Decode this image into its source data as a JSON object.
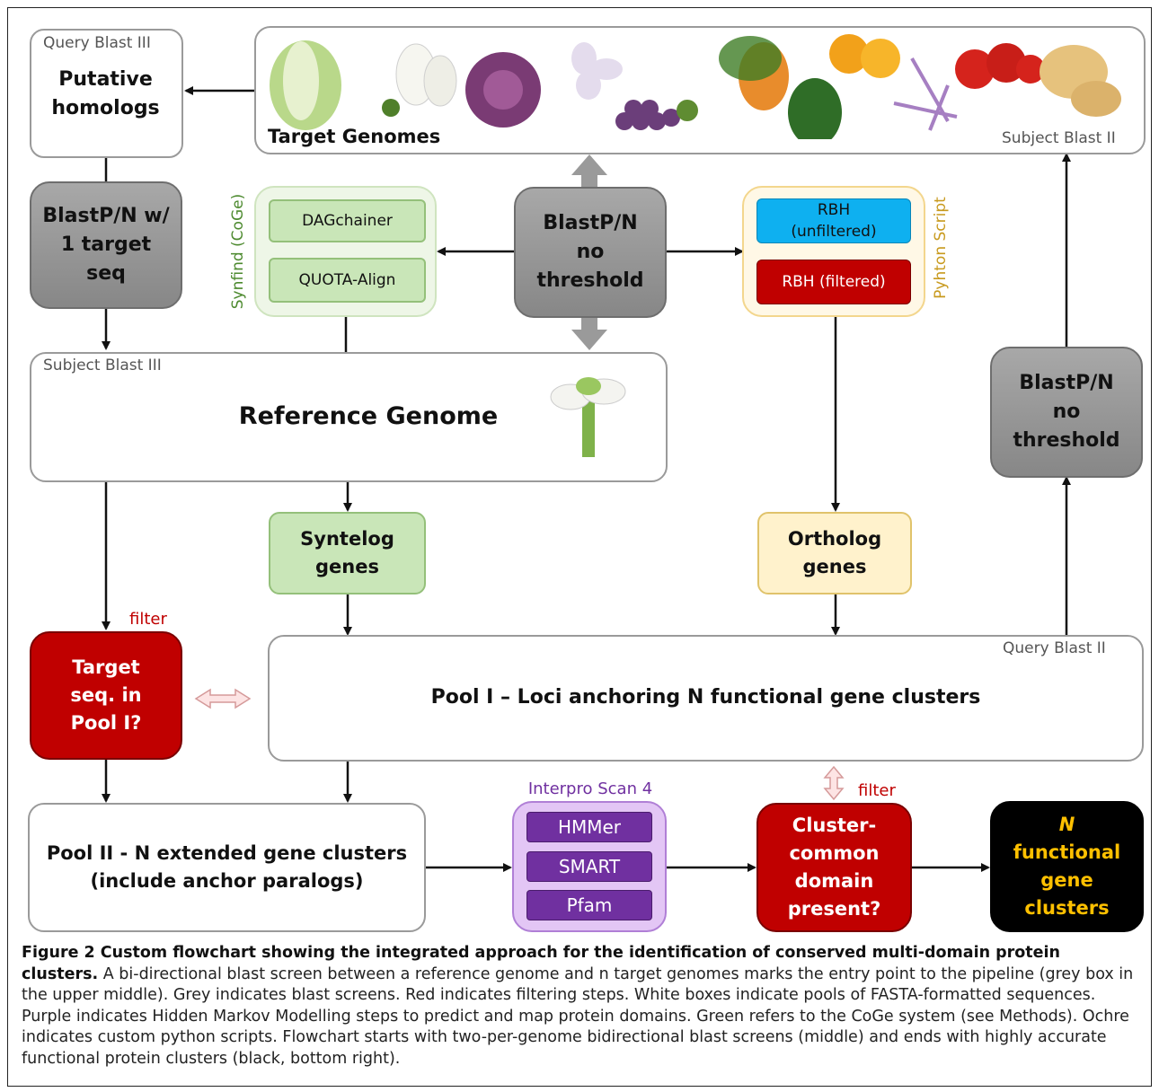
{
  "target_genomes": {
    "title": "Target Genomes",
    "tag": "Subject Blast II"
  },
  "putative": {
    "tag": "Query Blast III",
    "label": "Putative homologs"
  },
  "blast_one": {
    "label": "BlastP/N w/ 1 target seq"
  },
  "synfind": {
    "side_label": "Synfind (CoGe)",
    "item1": "DAGchainer",
    "item2": "QUOTA-Align"
  },
  "blast_center": {
    "label": "BlastP/N no threshold"
  },
  "python": {
    "side_label": "Pyhton Script",
    "item1": "RBH (unfiltered)",
    "item2": "RBH (filtered)"
  },
  "reference": {
    "tag": "Subject Blast III",
    "label": "Reference Genome"
  },
  "blast_right": {
    "label": "BlastP/N no threshold"
  },
  "syntelog": {
    "label": "Syntelog genes"
  },
  "ortholog": {
    "label": "Ortholog genes"
  },
  "filter_left": "filter",
  "target_seq": {
    "label": "Target seq. in Pool I?"
  },
  "pool1": {
    "tag": "Query Blast II",
    "label": "Pool I – Loci anchoring N functional gene clusters"
  },
  "pool2": {
    "line1": "Pool II - N extended gene clusters",
    "line2": "(include anchor paralogs)"
  },
  "interpro": {
    "title": "Interpro Scan 4",
    "item1": "HMMer",
    "item2": "SMART",
    "item3": "Pfam"
  },
  "filter_right": "filter",
  "cluster": {
    "label": "Cluster-common domain present?"
  },
  "final": {
    "line1": "N",
    "line2": "functional gene clusters"
  },
  "caption": {
    "bold": "Figure 2 Custom flowchart showing the integrated approach for the identification of conserved multi-domain protein clusters.",
    "text": " A bi-directional blast screen between a reference genome and n target genomes marks the entry point to the pipeline (grey box in the upper middle). Grey indicates blast screens. Red indicates filtering steps. White boxes indicate pools of FASTA-formatted sequences. Purple indicates Hidden Markov Modelling steps to predict and map protein domains. Green refers to the CoGe system (see Methods). Ochre indicates custom python scripts. Flowchart starts with two-per-genome bidirectional blast screens (middle) and ends with highly accurate functional protein clusters (black, bottom right)."
  },
  "colors": {
    "grey": "#949494",
    "red": "#c00000",
    "green": "#c9e6b8",
    "ochre": "#fff2cc",
    "purple": "#7030a0",
    "black": "#000000",
    "gold": "#ffc000"
  },
  "icons": [
    "cabbage-image",
    "bean-flower-image",
    "kale-image",
    "radish-flower-image",
    "grape-image",
    "papaya-image",
    "leaf-image",
    "orange-image",
    "cleome-flower-image",
    "tomato-image",
    "potato-image",
    "arabidopsis-flower-image"
  ]
}
